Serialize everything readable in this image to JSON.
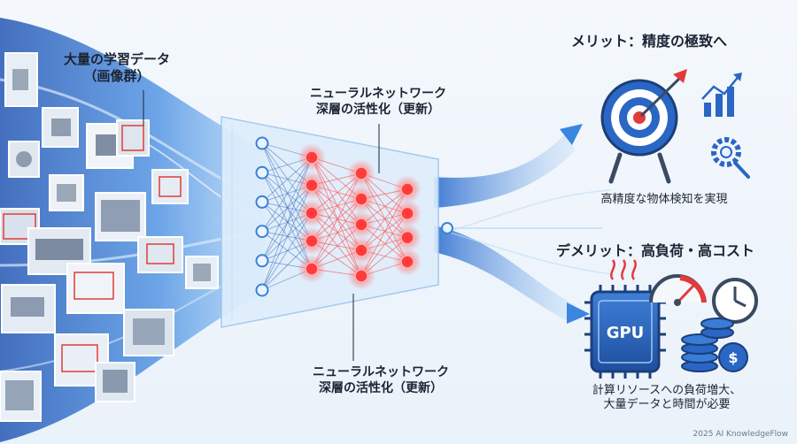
{
  "input": {
    "title_line1": "大量の学習データ",
    "title_line2": "（画像群）"
  },
  "network": {
    "top_line1": "ニューラルネットワーク",
    "top_line2": "深層の活性化（更新）",
    "bottom_line1": "ニューラルネットワーク",
    "bottom_line2": "深層の活性化（更新）",
    "layers": [
      6,
      5,
      5,
      4
    ],
    "active_color": "#ff3b3b",
    "node_color": "#3b82d6"
  },
  "merit": {
    "title": "メリット：精度の極致へ",
    "body": "高精度な物体検知を実現",
    "icons": [
      "target-icon",
      "chart-up-icon",
      "gear-icon"
    ]
  },
  "demerit": {
    "title": "デメリット：高負荷・高コスト",
    "gpu_label": "GPU",
    "body_line1": "計算リソースへの負荷増大、",
    "body_line2": "大量データと時間が必要",
    "icons": [
      "gpu-chip-icon",
      "gauge-icon",
      "clock-icon",
      "coins-icon"
    ]
  },
  "footer": {
    "credit": "2025 AI KnowledgeFlow"
  },
  "colors": {
    "flow_blue": "#2f6fd0",
    "dark_navy": "#1c3f7a",
    "accent_red": "#e23b3b"
  }
}
